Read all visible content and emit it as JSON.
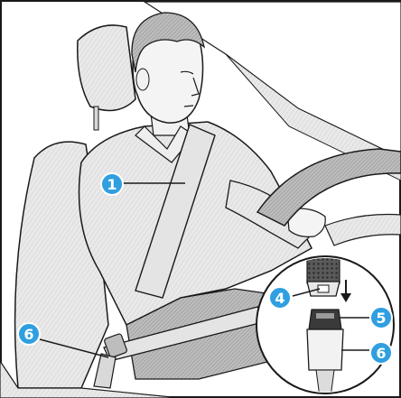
{
  "callouts": [
    {
      "id": "1",
      "label": "1",
      "part": "shoulder-belt"
    },
    {
      "id": "4",
      "label": "4",
      "part": "tongue-slot"
    },
    {
      "id": "5",
      "label": "5",
      "part": "buckle-latch"
    },
    {
      "id": "6a",
      "label": "6",
      "part": "lower-anchor"
    },
    {
      "id": "6b",
      "label": "6",
      "part": "buckle-housing"
    }
  ],
  "colors": {
    "badge_fill": "#2f9fe0",
    "badge_text": "#ffffff",
    "line_art": "#1a1a1a",
    "background": "#ffffff"
  },
  "icons": [
    "down-arrow-icon"
  ]
}
